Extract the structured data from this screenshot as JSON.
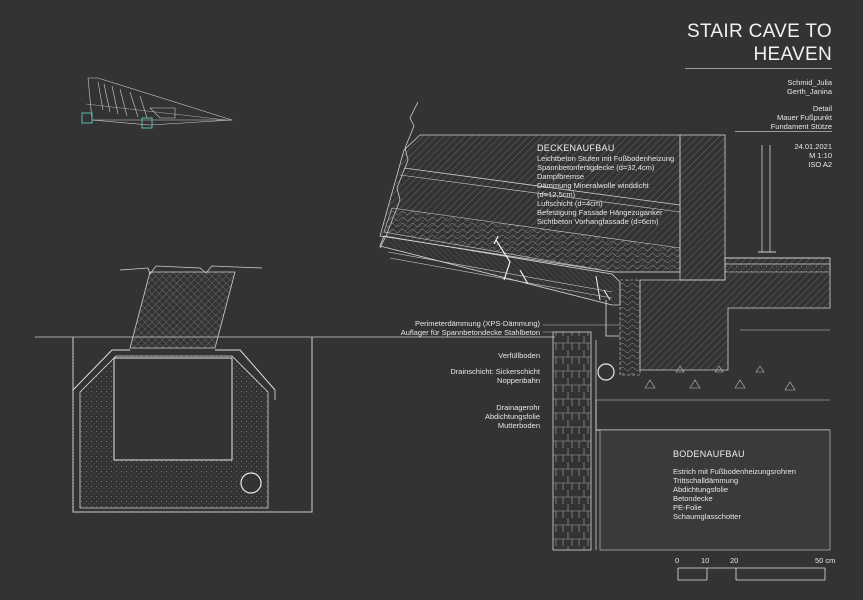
{
  "title": {
    "line1": "STAIR CAVE TO",
    "line2": "HEAVEN"
  },
  "authors": [
    "Schmid_Julia",
    "Gerth_Janina"
  ],
  "detail": [
    "Detail",
    "Mauer Fußpunkt",
    "Fundament Stütze"
  ],
  "meta": [
    "24.01.2021",
    "M 1:10",
    "ISO A2"
  ],
  "deckenaufbau": {
    "heading": "DECKENAUFBAU",
    "lines": [
      "Leichtbeton Stufen mit Fußbodenheizung",
      "Spannbetonfertigdecke (d=32,4cm)",
      "Dampfbremse",
      "Dämmung Mineralwolle winddicht",
      "(d=12,5cm)",
      "Luftschicht (d=4cm)",
      "Befestigung Fassade Hängezuganker",
      "Sichtbeton Vorhangfassade (d=6cm)"
    ]
  },
  "left_labels": {
    "perimeter": [
      "Perimeterdämmung (XPS-Dämmung)",
      "Auflager für Spannbetondecke Stahlbeton"
    ],
    "verfuell": [
      "Verfüllboden"
    ],
    "drain": [
      "Drainschicht: Sickerschicht",
      "Noppenbahn"
    ],
    "rohr": [
      "Drainagerohr",
      "Abdichtungsfolie",
      "Mutterboden"
    ]
  },
  "bodenaufbau": {
    "heading": "BODENAUFBAU",
    "lines": [
      "Estrich mit Fußbodenheizungsrohren",
      "Trittschalldämmung",
      "Abdichtungsfolie",
      "Betondecke",
      "PE-Folie",
      "Schaumglasschotter"
    ]
  },
  "scale": {
    "ticks": [
      "0",
      "10",
      "20",
      "50 cm"
    ]
  },
  "colors": {
    "background": "#333333",
    "line": "#e0e0e0",
    "accent": "#5fb8b0"
  }
}
